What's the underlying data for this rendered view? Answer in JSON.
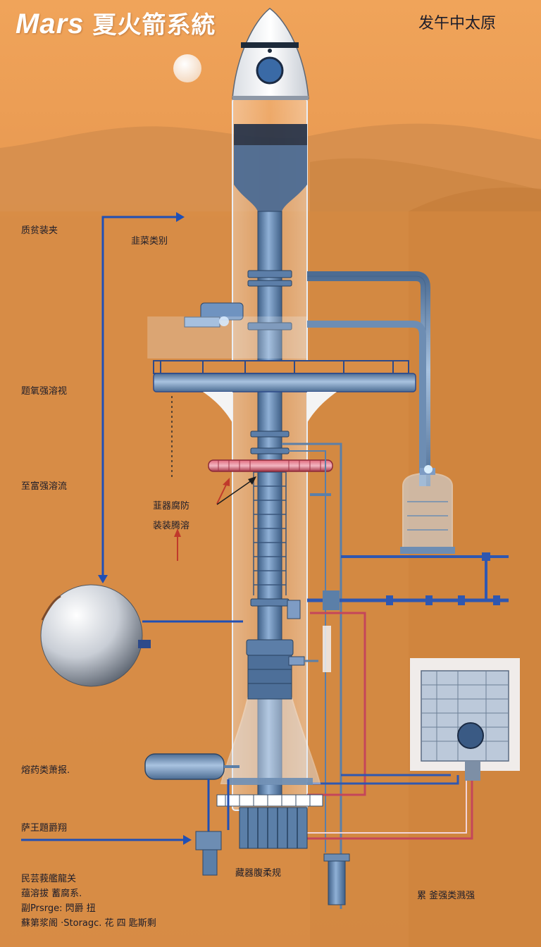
{
  "title": {
    "brand": "Mars",
    "subtitle": "夏火箭系統",
    "top_right": "发午中太原"
  },
  "labels": {
    "left_1": "质贫装夹",
    "top_arrow": "韭菜类别",
    "left_2": "题氧强溶视",
    "left_3": "至富强溶流",
    "center_1": "韮器腐防",
    "center_2": "装装腾溶",
    "left_4": "熔药类萧报.",
    "left_5": "萨王題爵翔",
    "bottom_center": "藏器腹柔规",
    "bottom_right": "累  釜强类溅强"
  },
  "legend": {
    "line_1": "民芸莪艦龍关",
    "line_2": "蕴溶拔      蓄腐系.",
    "line_3": "副Prsrge:   閃爵    扭",
    "line_4": "蘇第浆阁   ·Storagc.   花    四   匙斯剩"
  },
  "colors": {
    "sky": "#f0a45a",
    "ground": "#d8893f",
    "pipe_blue": "#5b7fa8",
    "line_blue": "#1f4fb5",
    "hot_pipe": "#c4465a"
  }
}
